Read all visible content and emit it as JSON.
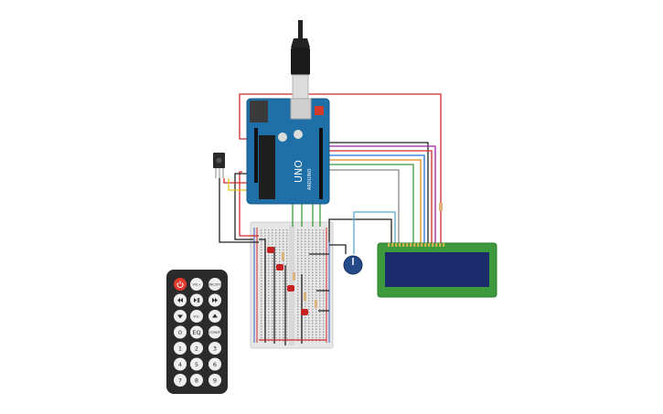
{
  "arduino": {
    "logo_text": "UNO",
    "brand_text": "ARDUINO"
  },
  "remote": {
    "buttons": [
      {
        "id": "power",
        "label": "",
        "icon": "power-icon"
      },
      {
        "id": "vol-up",
        "label": "VOL+"
      },
      {
        "id": "func-stop",
        "label": "FUNC/STOP"
      },
      {
        "id": "prev",
        "label": "",
        "icon": "skip-back-icon"
      },
      {
        "id": "play-pause",
        "label": "",
        "icon": "play-pause-icon"
      },
      {
        "id": "next",
        "label": "",
        "icon": "skip-forward-icon"
      },
      {
        "id": "down",
        "label": "",
        "icon": "arrow-down-icon"
      },
      {
        "id": "vol-down",
        "label": "VOL-"
      },
      {
        "id": "up",
        "label": "",
        "icon": "arrow-up-icon"
      },
      {
        "id": "zero",
        "label": "0"
      },
      {
        "id": "eq",
        "label": "EQ"
      },
      {
        "id": "st-rept",
        "label": "ST/REPT"
      },
      {
        "id": "one",
        "label": "1"
      },
      {
        "id": "two",
        "label": "2"
      },
      {
        "id": "three",
        "label": "3"
      },
      {
        "id": "four",
        "label": "4"
      },
      {
        "id": "five",
        "label": "5"
      },
      {
        "id": "six",
        "label": "6"
      },
      {
        "id": "seven",
        "label": "7"
      },
      {
        "id": "eight",
        "label": "8"
      },
      {
        "id": "nine",
        "label": "9"
      }
    ]
  },
  "colors": {
    "board_blue": "#1f6fa8",
    "lcd_green": "#3c9a3c",
    "lcd_screen": "#1c2b6b",
    "wire_red": "#d12a2a",
    "wire_black": "#222222",
    "breadboard": "#e7e7e7",
    "led_red": "#c62222",
    "remote_body": "#2b2b2b",
    "remote_power": "#e03a2f"
  }
}
